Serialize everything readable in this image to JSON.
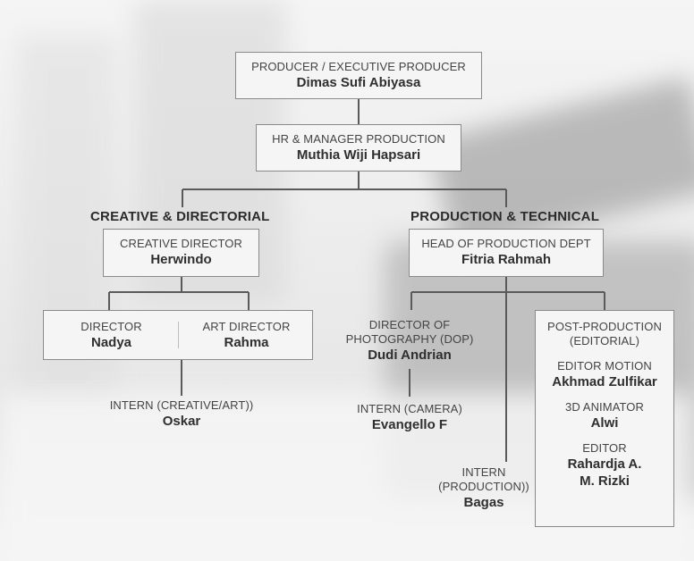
{
  "root": {
    "role": "PRODUCER / EXECUTIVE PRODUCER",
    "name": "Dimas Sufi Abiyasa"
  },
  "hr": {
    "role": "HR & MANAGER PRODUCTION",
    "name": "Muthia Wiji Hapsari"
  },
  "creative": {
    "title": "CREATIVE & DIRECTORIAL",
    "lead": {
      "role": "CREATIVE DIRECTOR",
      "name": "Herwindo"
    },
    "director": {
      "role": "DIRECTOR",
      "name": "Nadya"
    },
    "art_director": {
      "role": "ART DIRECTOR",
      "name": "Rahma"
    },
    "intern": {
      "role": "INTERN (CREATIVE/ART))",
      "name": "Oskar"
    }
  },
  "production": {
    "title": "PRODUCTION & TECHNICAL",
    "lead": {
      "role": "HEAD OF PRODUCTION DEPT",
      "name": "Fitria Rahmah"
    },
    "dop": {
      "role_line1": "DIRECTOR OF",
      "role_line2": "PHOTOGRAPHY (DOP)",
      "name": "Dudi Andrian"
    },
    "camera_intern": {
      "role": "INTERN (CAMERA)",
      "name": "Evangello F"
    },
    "production_intern": {
      "role_line1": "INTERN",
      "role_line2": "(PRODUCTION))",
      "name": "Bagas"
    },
    "post": {
      "title_line1": "POST-PRODUCTION",
      "title_line2": "(EDITORIAL)",
      "editor_motion": {
        "role": "EDITOR MOTION",
        "name": "Akhmad Zulfikar"
      },
      "animator": {
        "role": "3D ANIMATOR",
        "name": "Alwi"
      },
      "editor": {
        "role": "EDITOR",
        "name_line1": "Rahardja A.",
        "name_line2": "M. Rizki"
      }
    }
  }
}
